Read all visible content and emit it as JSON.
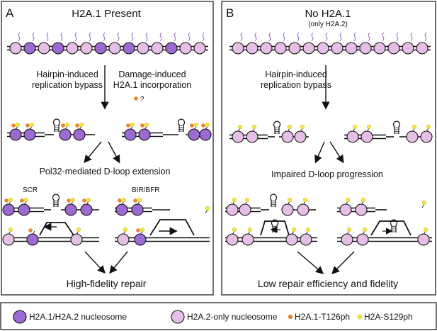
{
  "panel_a": {
    "letter": "A",
    "title": "H2A.1 Present",
    "left_step": [
      "Hairpin-induced",
      "replication bypass"
    ],
    "right_step": [
      "Damage-induced",
      "H2A.1 incorporation"
    ],
    "question": "?",
    "middle": "Pol32-mediated D-loop extension",
    "scr": "SCR",
    "bir": "BIR/BFR",
    "outcome": "High-fidelity repair"
  },
  "panel_b": {
    "letter": "B",
    "title": "No H2A.1",
    "subtitle": "(only H2A.2)",
    "step": [
      "Hairpin-induced",
      "replication bypass"
    ],
    "middle": "Impaired D-loop progression",
    "outcome": "Low repair efficiency and fidelity"
  },
  "legend": {
    "purple": "H2A.1/H2A.2 nucleosome",
    "pink": "H2A.2-only nucleosome",
    "orange": "H2A.1-T126ph",
    "yellow": "H2A-S129ph"
  },
  "colors": {
    "purple": "#9B6BD3",
    "pink": "#E6BFE6",
    "orange": "#E8842A",
    "yellow": "#F5E642",
    "tail": "#A57BD1"
  }
}
